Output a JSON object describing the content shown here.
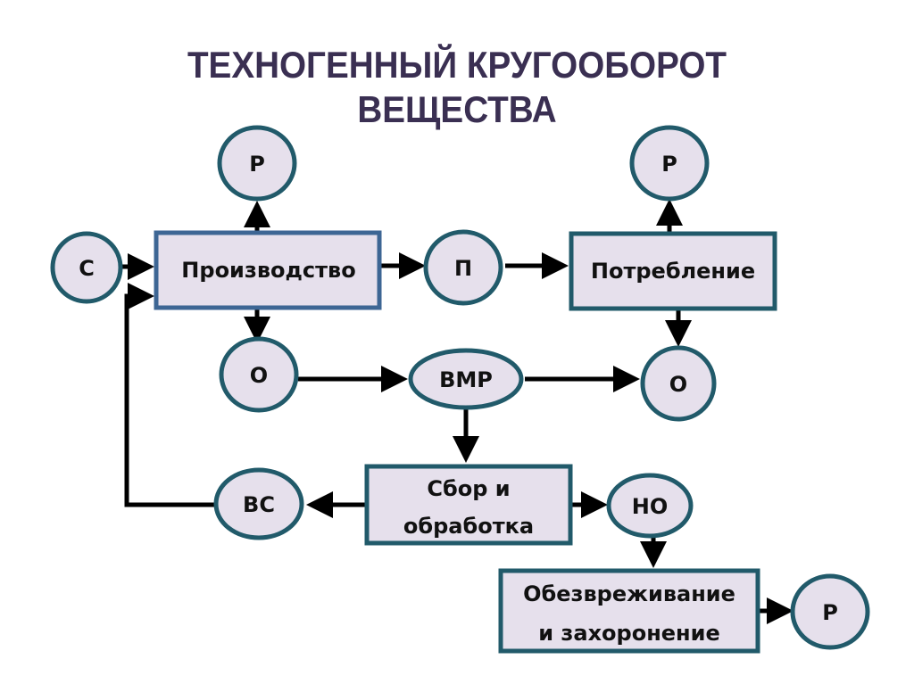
{
  "title": {
    "line1": "ТЕХНОГЕННЫЙ КРУГООБОРОТ",
    "line2": "ВЕЩЕСТВА"
  },
  "colors": {
    "title": "#3a2f52",
    "node_fill": "#e6e0ec",
    "circle_border": "#215a6a",
    "production_border": "#3d6694",
    "box_border": "#215a6a",
    "arrow": "#000000"
  },
  "nodes": {
    "r_top_left": {
      "label": "Р",
      "shape": "circle"
    },
    "r_top_right": {
      "label": "Р",
      "shape": "circle"
    },
    "c": {
      "label": "С",
      "shape": "circle"
    },
    "production": {
      "label": "Производство",
      "shape": "box"
    },
    "p": {
      "label": "П",
      "shape": "circle"
    },
    "consumption": {
      "label": "Потребление",
      "shape": "box"
    },
    "o_left": {
      "label": "О",
      "shape": "circle"
    },
    "vmr": {
      "label": "ВМР",
      "shape": "ellipse"
    },
    "o_right": {
      "label": "О",
      "shape": "circle"
    },
    "vs": {
      "label": "ВС",
      "shape": "ellipse"
    },
    "collection": {
      "label_line1": "Сбор и",
      "label_line2": "обработка",
      "shape": "box"
    },
    "no": {
      "label": "НО",
      "shape": "ellipse"
    },
    "disposal": {
      "label_line1": "Обезвреживание",
      "label_line2": "и захоронение",
      "shape": "box"
    },
    "r_bottom": {
      "label": "Р",
      "shape": "circle"
    }
  },
  "edges": [
    {
      "from": "c",
      "to": "production"
    },
    {
      "from": "production",
      "to": "r_top_left"
    },
    {
      "from": "production",
      "to": "p"
    },
    {
      "from": "production",
      "to": "o_left"
    },
    {
      "from": "p",
      "to": "consumption"
    },
    {
      "from": "consumption",
      "to": "r_top_right"
    },
    {
      "from": "consumption",
      "to": "o_right"
    },
    {
      "from": "o_left",
      "to": "vmr"
    },
    {
      "from": "vmr",
      "to": "o_right"
    },
    {
      "from": "vmr",
      "to": "collection"
    },
    {
      "from": "collection",
      "to": "vs"
    },
    {
      "from": "collection",
      "to": "no"
    },
    {
      "from": "vs",
      "to": "production"
    },
    {
      "from": "no",
      "to": "disposal"
    },
    {
      "from": "disposal",
      "to": "r_bottom"
    }
  ]
}
